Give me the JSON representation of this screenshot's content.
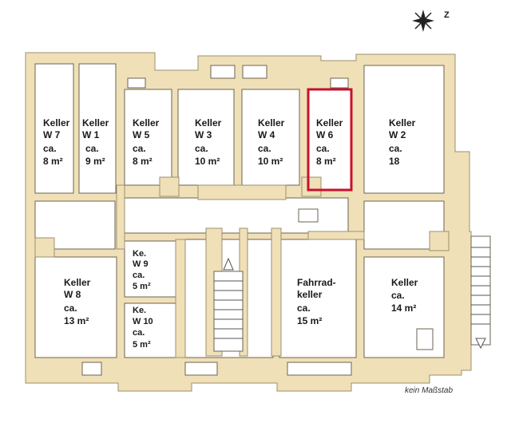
{
  "compass": {
    "letter": "Z",
    "icon": "compass-star-icon"
  },
  "note": "kein Maßstab",
  "highlight_color": "#c8102e",
  "rooms": {
    "w7": {
      "lines": [
        "Keller",
        "W 7",
        "ca.",
        "8 m²"
      ]
    },
    "w1": {
      "lines": [
        "Keller",
        "W 1",
        "ca.",
        "9 m²"
      ]
    },
    "w5": {
      "lines": [
        "Keller",
        "W 5",
        "ca.",
        "8 m²"
      ]
    },
    "w3": {
      "lines": [
        "Keller",
        "W 3",
        "ca.",
        "10 m²"
      ]
    },
    "w4": {
      "lines": [
        "Keller",
        "W 4",
        "ca.",
        "10 m²"
      ]
    },
    "w6": {
      "lines": [
        "Keller",
        "W 6",
        "ca.",
        "8 m²"
      ]
    },
    "w2": {
      "lines": [
        "Keller",
        "W 2",
        "ca.",
        "18"
      ]
    },
    "w8": {
      "lines": [
        "Keller",
        "W  8",
        "ca.",
        "13 m²"
      ]
    },
    "w9": {
      "lines": [
        "Ke.",
        "W 9",
        "ca.",
        "5 m²"
      ]
    },
    "w10": {
      "lines": [
        "Ke.",
        "W 10",
        "ca.",
        "5 m²"
      ]
    },
    "fahrrad": {
      "lines": [
        "Fahrrad-",
        "keller",
        "ca.",
        "15 m²"
      ]
    },
    "keller14": {
      "lines": [
        "Keller",
        "ca.",
        "14 m²"
      ]
    }
  }
}
